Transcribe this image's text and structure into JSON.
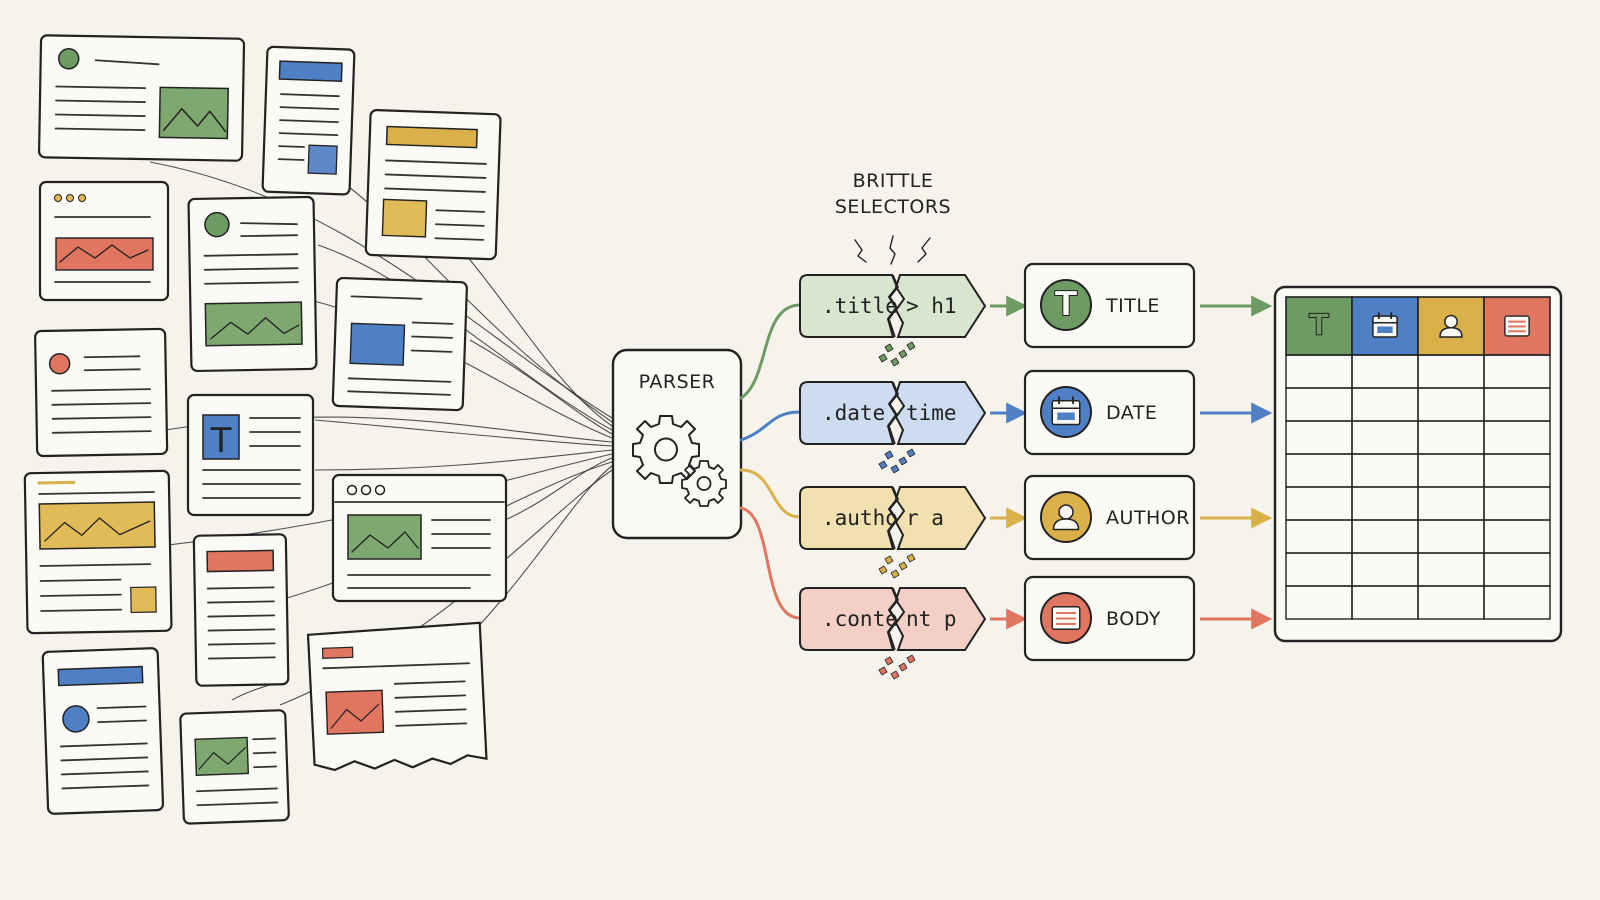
{
  "annotation": {
    "line1": "BRITTLE",
    "line2": "SELECTORS"
  },
  "parser": {
    "label": "PARSER"
  },
  "colors": {
    "green": "#6e9a63",
    "blue": "#4f7fc4",
    "yellow": "#d9b04a",
    "red": "#e07560",
    "green_fill": "#d8e5cf",
    "blue_fill": "#cddcf0",
    "yellow_fill": "#f1e1b0",
    "red_fill": "#f3cfc6"
  },
  "rows": [
    {
      "selector_left": ".title",
      "selector_right": "> h1",
      "field": "TITLE",
      "icon": "title-t-icon",
      "color": "green"
    },
    {
      "selector_left": ".date",
      "selector_right": "time",
      "field": "DATE",
      "icon": "calendar-icon",
      "color": "blue"
    },
    {
      "selector_left": ".autho",
      "selector_right": "r a",
      "field": "AUTHOR",
      "icon": "person-icon",
      "color": "yellow"
    },
    {
      "selector_left": ".conte",
      "selector_right": "nt p",
      "field": "BODY",
      "icon": "lines-icon",
      "color": "red"
    }
  ],
  "table": {
    "header_icons": [
      "title-t-icon",
      "calendar-icon",
      "person-icon",
      "lines-icon"
    ],
    "header_colors": [
      "green",
      "blue",
      "yellow",
      "red"
    ],
    "body_rows": 8
  }
}
